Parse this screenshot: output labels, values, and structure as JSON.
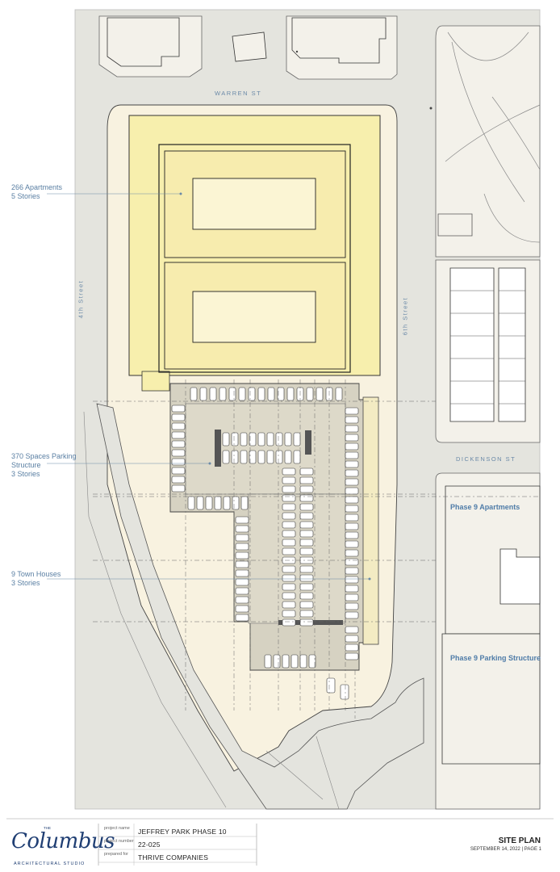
{
  "callouts": {
    "apartments": {
      "line1": "266 Apartments",
      "line2": "5 Stories"
    },
    "parking": {
      "line1": "370 Spaces Parking",
      "line2": "Structure",
      "line3": "3 Stories"
    },
    "townhouses": {
      "line1": "9 Town Houses",
      "line2": "3 Stories"
    }
  },
  "streets": {
    "warren": "WARREN ST",
    "fourth": "4th Street",
    "sixth": "6th Street",
    "dickenson": "DICKENSON ST"
  },
  "neighbors": {
    "phase9_apartments": "Phase 9 Apartments",
    "phase9_parking": "Phase 9 Parking Structure"
  },
  "titleblock": {
    "logo_the": "THE",
    "logo_name": "Columbus",
    "logo_sub": "ARCHITECTURAL STUDIO",
    "project_name_key": "project name",
    "project_name": "JEFFREY PARK PHASE 10",
    "project_number_key": "project number",
    "project_number": "22-025",
    "prepared_for_key": "prepared for",
    "prepared_for": "THRIVE COMPANIES",
    "sheet_title": "SITE PLAN",
    "sheet_sub": "SEPTEMBER 14, 2022 | PAGE 1"
  },
  "colors": {
    "apartment_fill": "#f7efad",
    "parking_fill": "#d6d2c2",
    "site_fill": "#f8f2e0",
    "road_fill": "#e3e3dd",
    "callout_text": "#5a7fa3"
  }
}
